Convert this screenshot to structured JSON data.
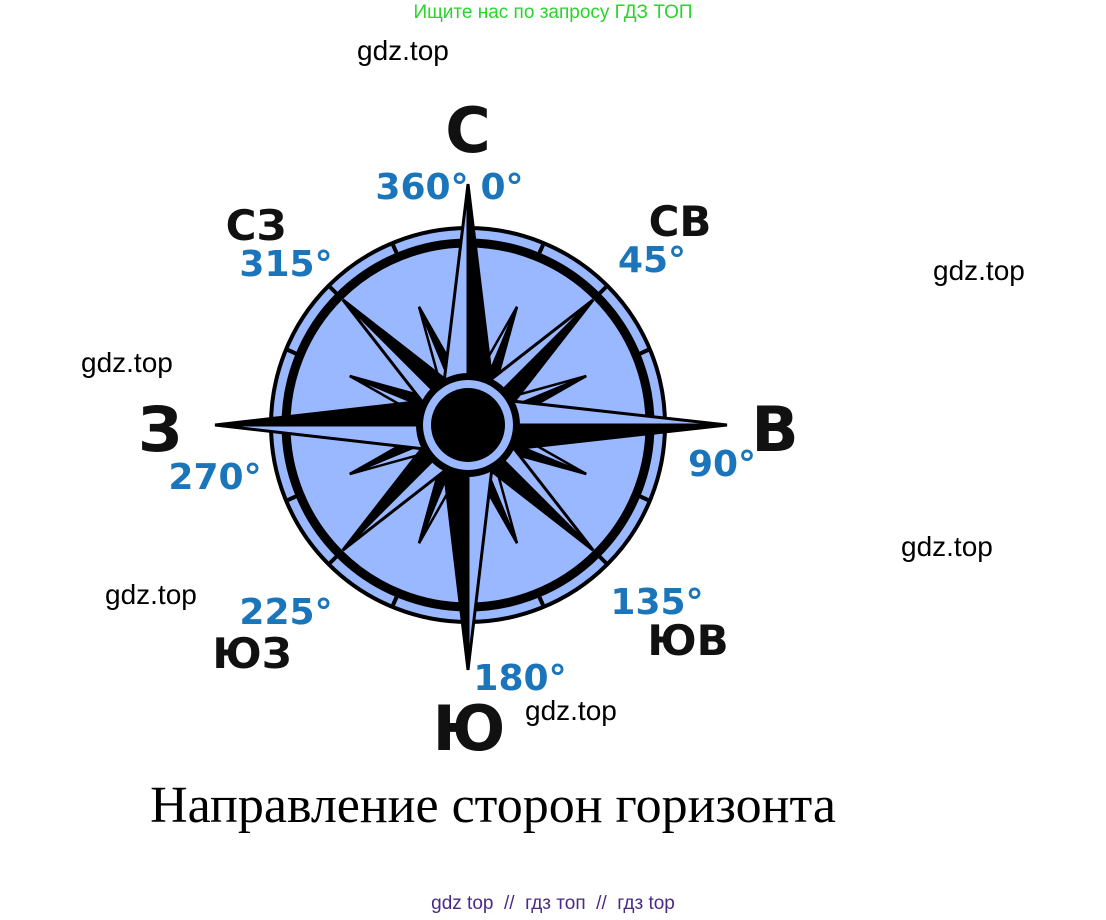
{
  "banner": "Ищите нас по запросу ГДЗ ТОП",
  "watermark": "gdz.top",
  "directions": {
    "n": "С",
    "ne": "СВ",
    "e": "В",
    "se": "ЮВ",
    "s": "Ю",
    "sw": "ЮЗ",
    "w": "З",
    "nw": "СЗ"
  },
  "degrees": {
    "n_left": "360°",
    "n_right": "0°",
    "ne": "45°",
    "e": "90°",
    "se": "135°",
    "s": "180°",
    "sw": "225°",
    "w": "270°",
    "nw": "315°"
  },
  "caption": "Направление сторон горизонта",
  "footer": "gdz top  //  гдз топ  //  гдз top",
  "colors": {
    "compass_fill": "#9ab8ff",
    "degree_text": "#1b75bb",
    "banner_text": "#2ad42a",
    "footer_text": "#4b2a86"
  }
}
